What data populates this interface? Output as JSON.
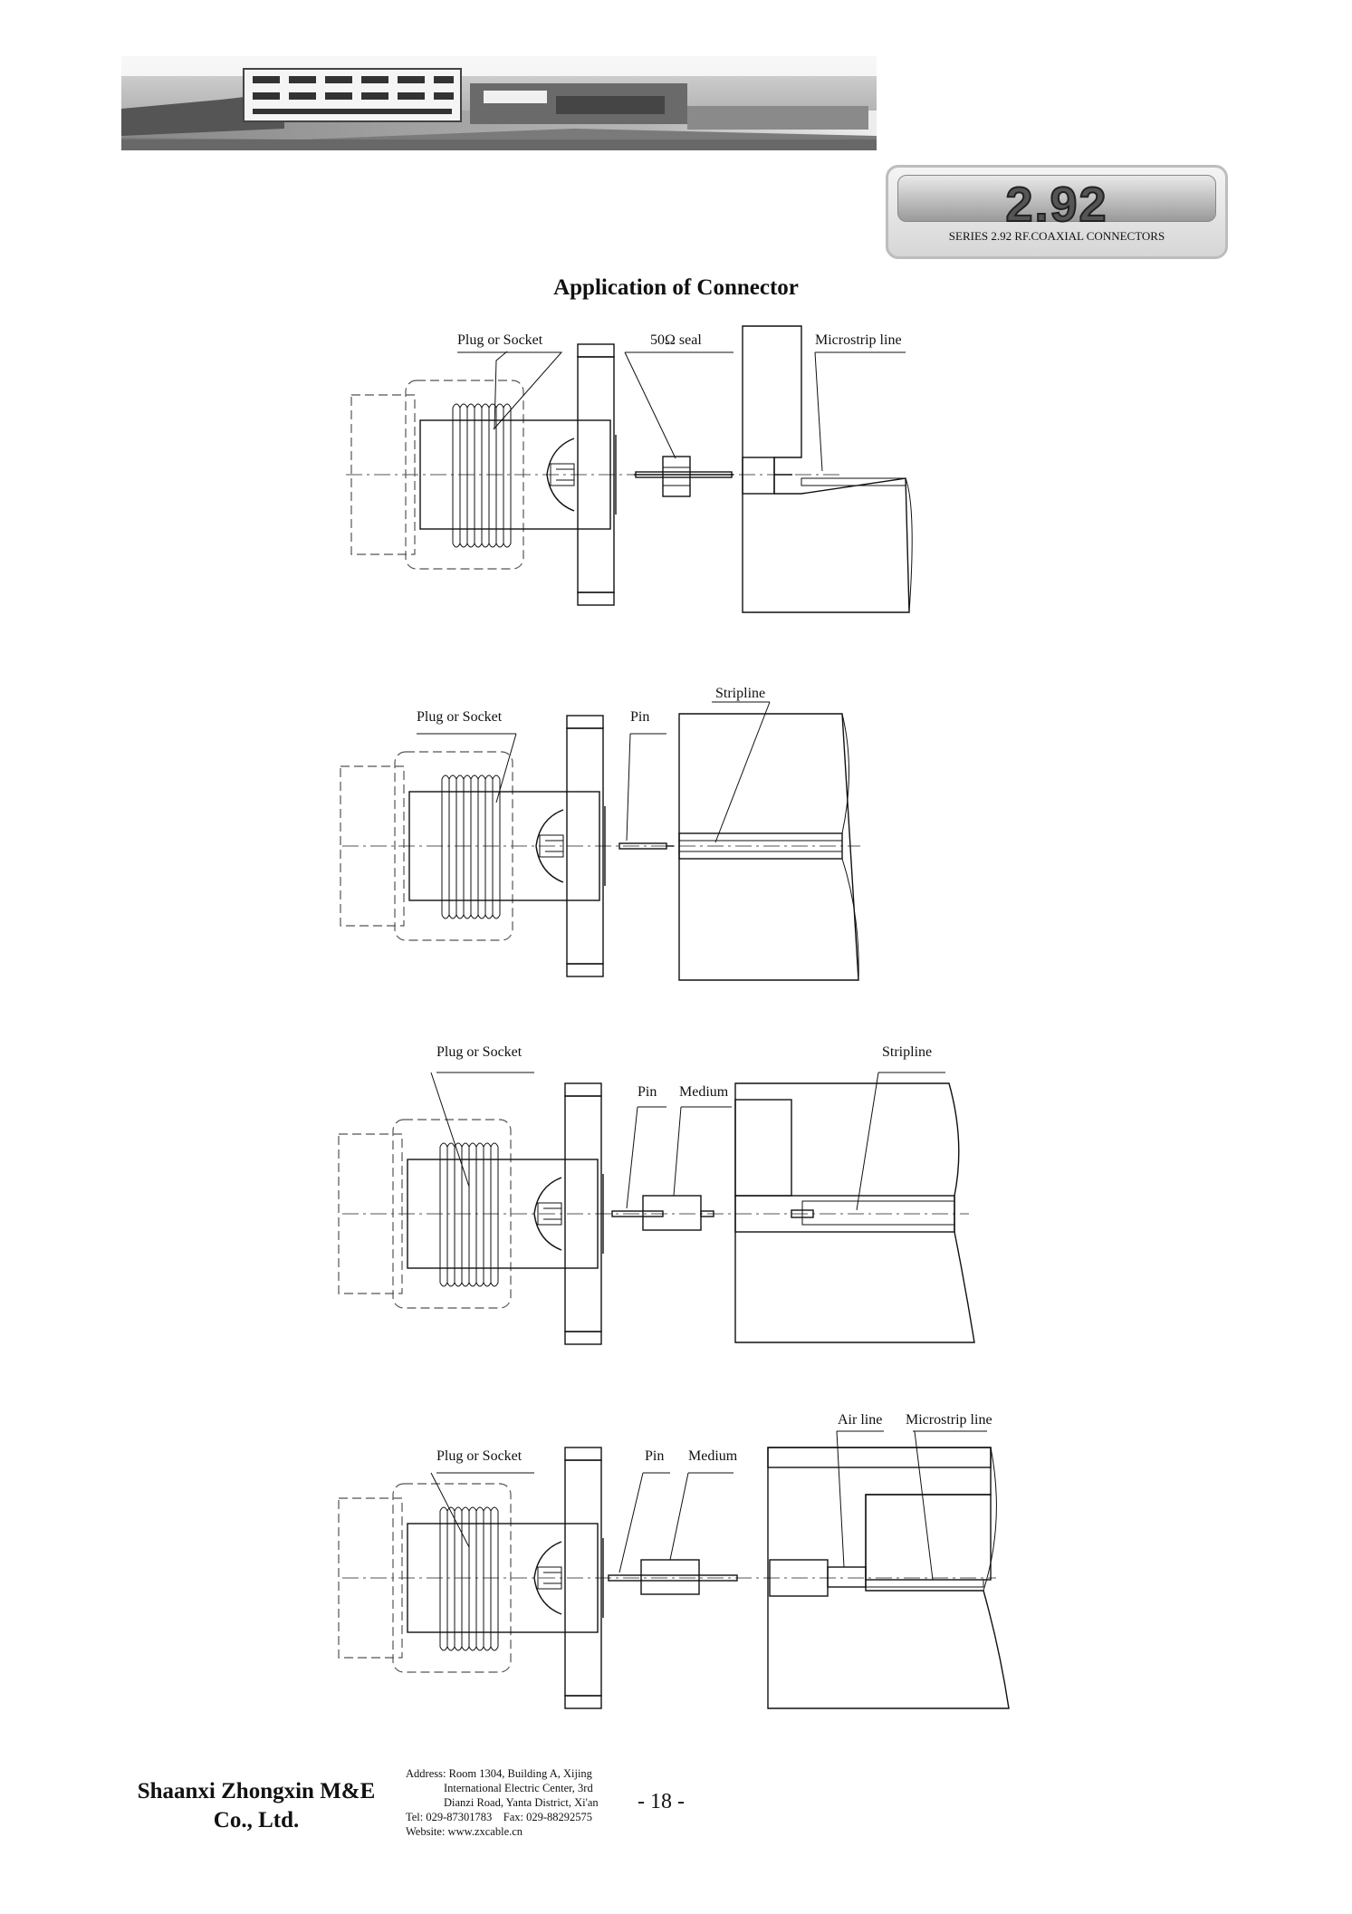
{
  "header": {
    "series_number": "2.92",
    "series_caption": "SERIES 2.92 RF.COAXIAL CONNECTORS"
  },
  "page_title": "Application of Connector",
  "diagrams": [
    {
      "labels": {
        "plug": "Plug or Socket",
        "seal": "50Ω seal",
        "line": "Microstrip line"
      }
    },
    {
      "labels": {
        "plug": "Plug or Socket",
        "pin": "Pin",
        "line": "Stripline"
      }
    },
    {
      "labels": {
        "plug": "Plug or Socket",
        "pin": "Pin",
        "medium": "Medium",
        "line": "Stripline"
      }
    },
    {
      "labels": {
        "plug": "Plug or Socket",
        "pin": "Pin",
        "medium": "Medium",
        "air": "Air line",
        "line": "Microstrip line"
      }
    }
  ],
  "footer": {
    "company_line1": "Shaanxi Zhongxin M&E",
    "company_line2": "Co., Ltd.",
    "address_line1": "Address: Room 1304, Building A, Xijing",
    "address_line2": "International Electric Center, 3rd",
    "address_line3": "Dianzi Road, Yanta District, Xi'an",
    "phone_fax": "Tel: 029-87301783    Fax: 029-88292575",
    "website": "Website: www.zxcable.cn",
    "page_number": "- 18 -"
  }
}
